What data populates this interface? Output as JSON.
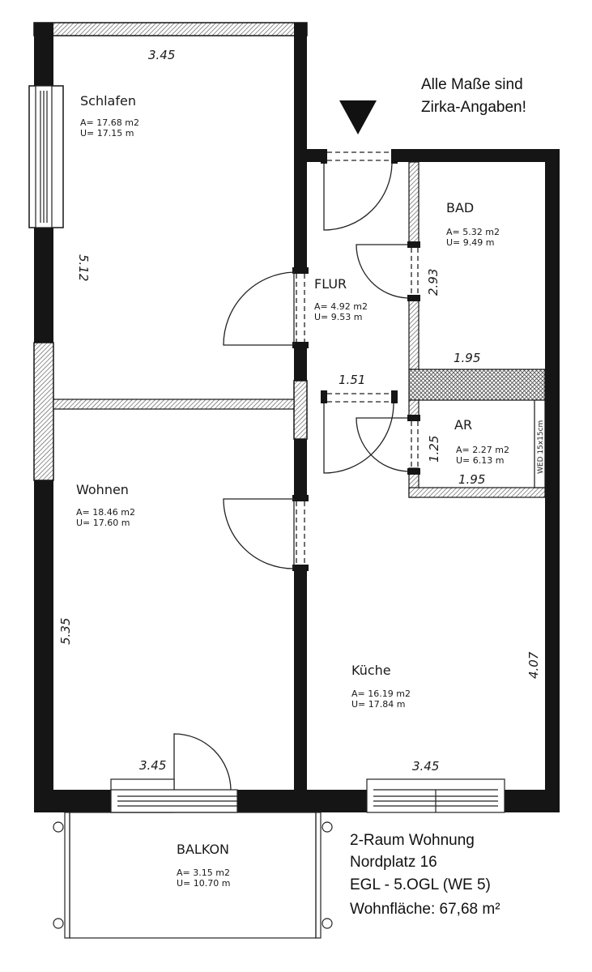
{
  "note": {
    "line1": "Alle Maße sind",
    "line2": "Zirka-Angaben!"
  },
  "rooms": {
    "schlafen": {
      "name": "Schlafen",
      "area": "A= 17.68  m2",
      "perimeter": "U=  17.15  m"
    },
    "bad": {
      "name": "BAD",
      "area": "A=  5.32  m2",
      "perimeter": "U=  9.49  m"
    },
    "flur": {
      "name": "FLUR",
      "area": "A=  4.92  m2",
      "perimeter": "U=  9.53  m"
    },
    "ar": {
      "name": "AR",
      "area": "A=  2.27  m2",
      "perimeter": "U=  6.13  m"
    },
    "wohnen": {
      "name": "Wohnen",
      "area": "A=  18.46  m2",
      "perimeter": "U=  17.60  m"
    },
    "kueche": {
      "name": "Küche",
      "area": "A=  16.19  m2",
      "perimeter": "U=  17.84  m"
    },
    "balkon": {
      "name": "BALKON",
      "area": "A=  3.15  m2",
      "perimeter": "U=  10.70  m"
    }
  },
  "dimensions": {
    "schlafen_width": "3.45",
    "schlafen_height": "5.12",
    "bad_height": "2.93",
    "bad_width": "1.95",
    "flur_width": "1.51",
    "ar_height": "1.25",
    "ar_width": "1.95",
    "wohnen_height": "5.35",
    "wohnen_width": "3.45",
    "kueche_width": "3.45",
    "kueche_height": "4.07"
  },
  "shaft_label": "WED 15x15cm",
  "info": {
    "line1": "2-Raum Wohnung",
    "line2": "Nordplatz 16",
    "line3": "EGL - 5.OGL (WE 5)",
    "line4": "Wohnfläche: 67,68 m²"
  },
  "colors": {
    "wall": "#151515",
    "hatch": "#6a6a6a",
    "line": "#222222"
  }
}
